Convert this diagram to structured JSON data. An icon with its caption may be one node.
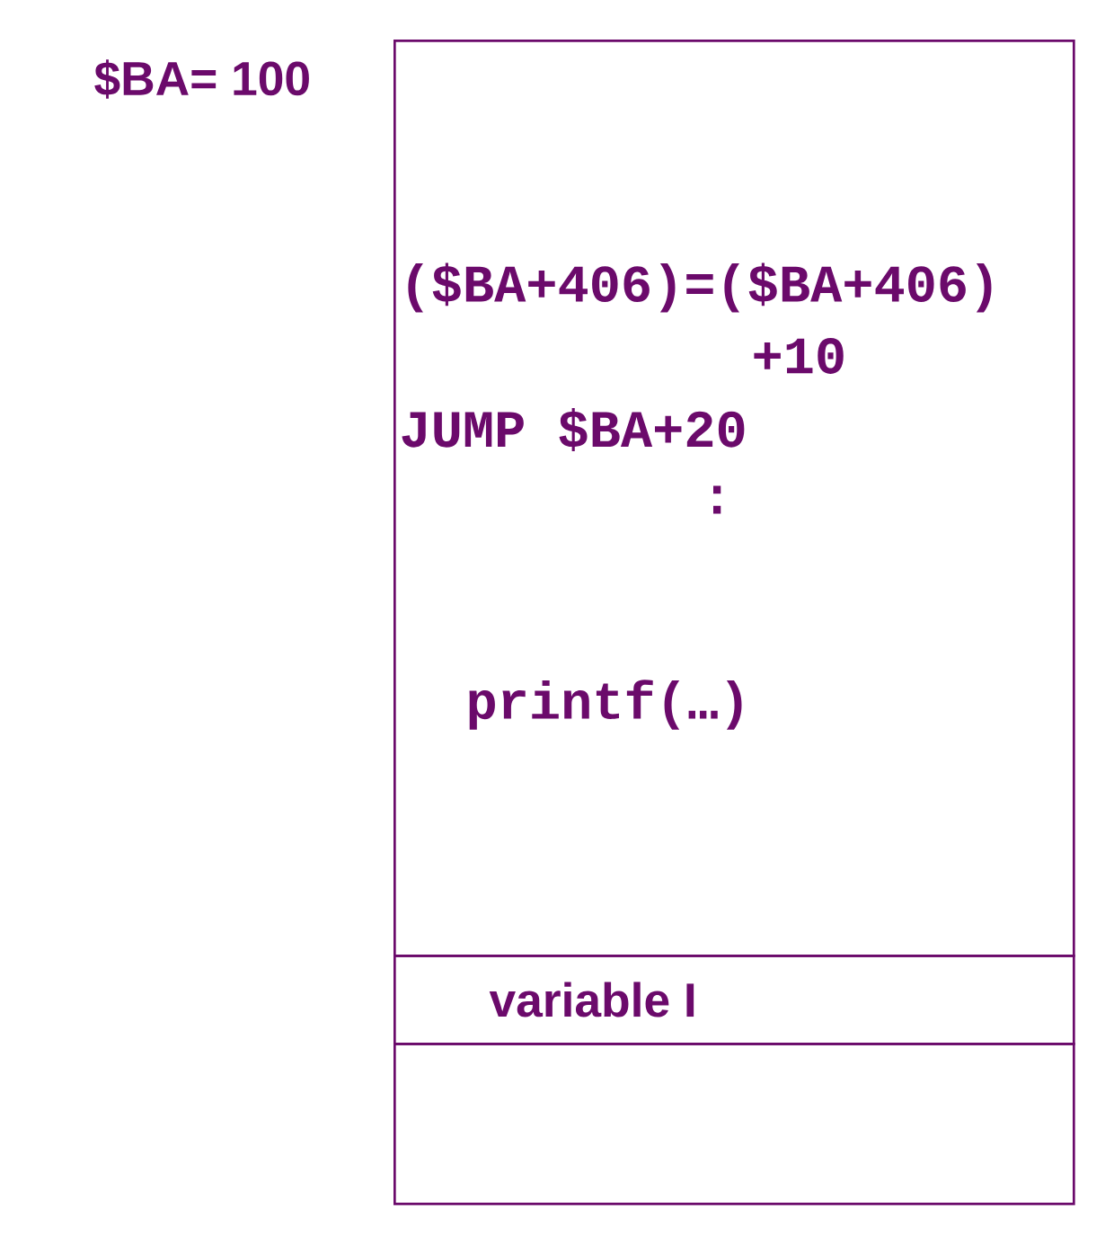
{
  "diagram": {
    "nodes": [
      {
        "text": [
          "($BA+406)=($BA+406)",
          "+10",
          "JUMP $BA+20",
          ":",
          "printf(…)"
        ]
      },
      {
        "text": [
          "variable I"
        ]
      },
      {
        "text": [],
        "shape": "box"
      }
    ],
    "labels": [
      "$BA= 100"
    ]
  }
}
